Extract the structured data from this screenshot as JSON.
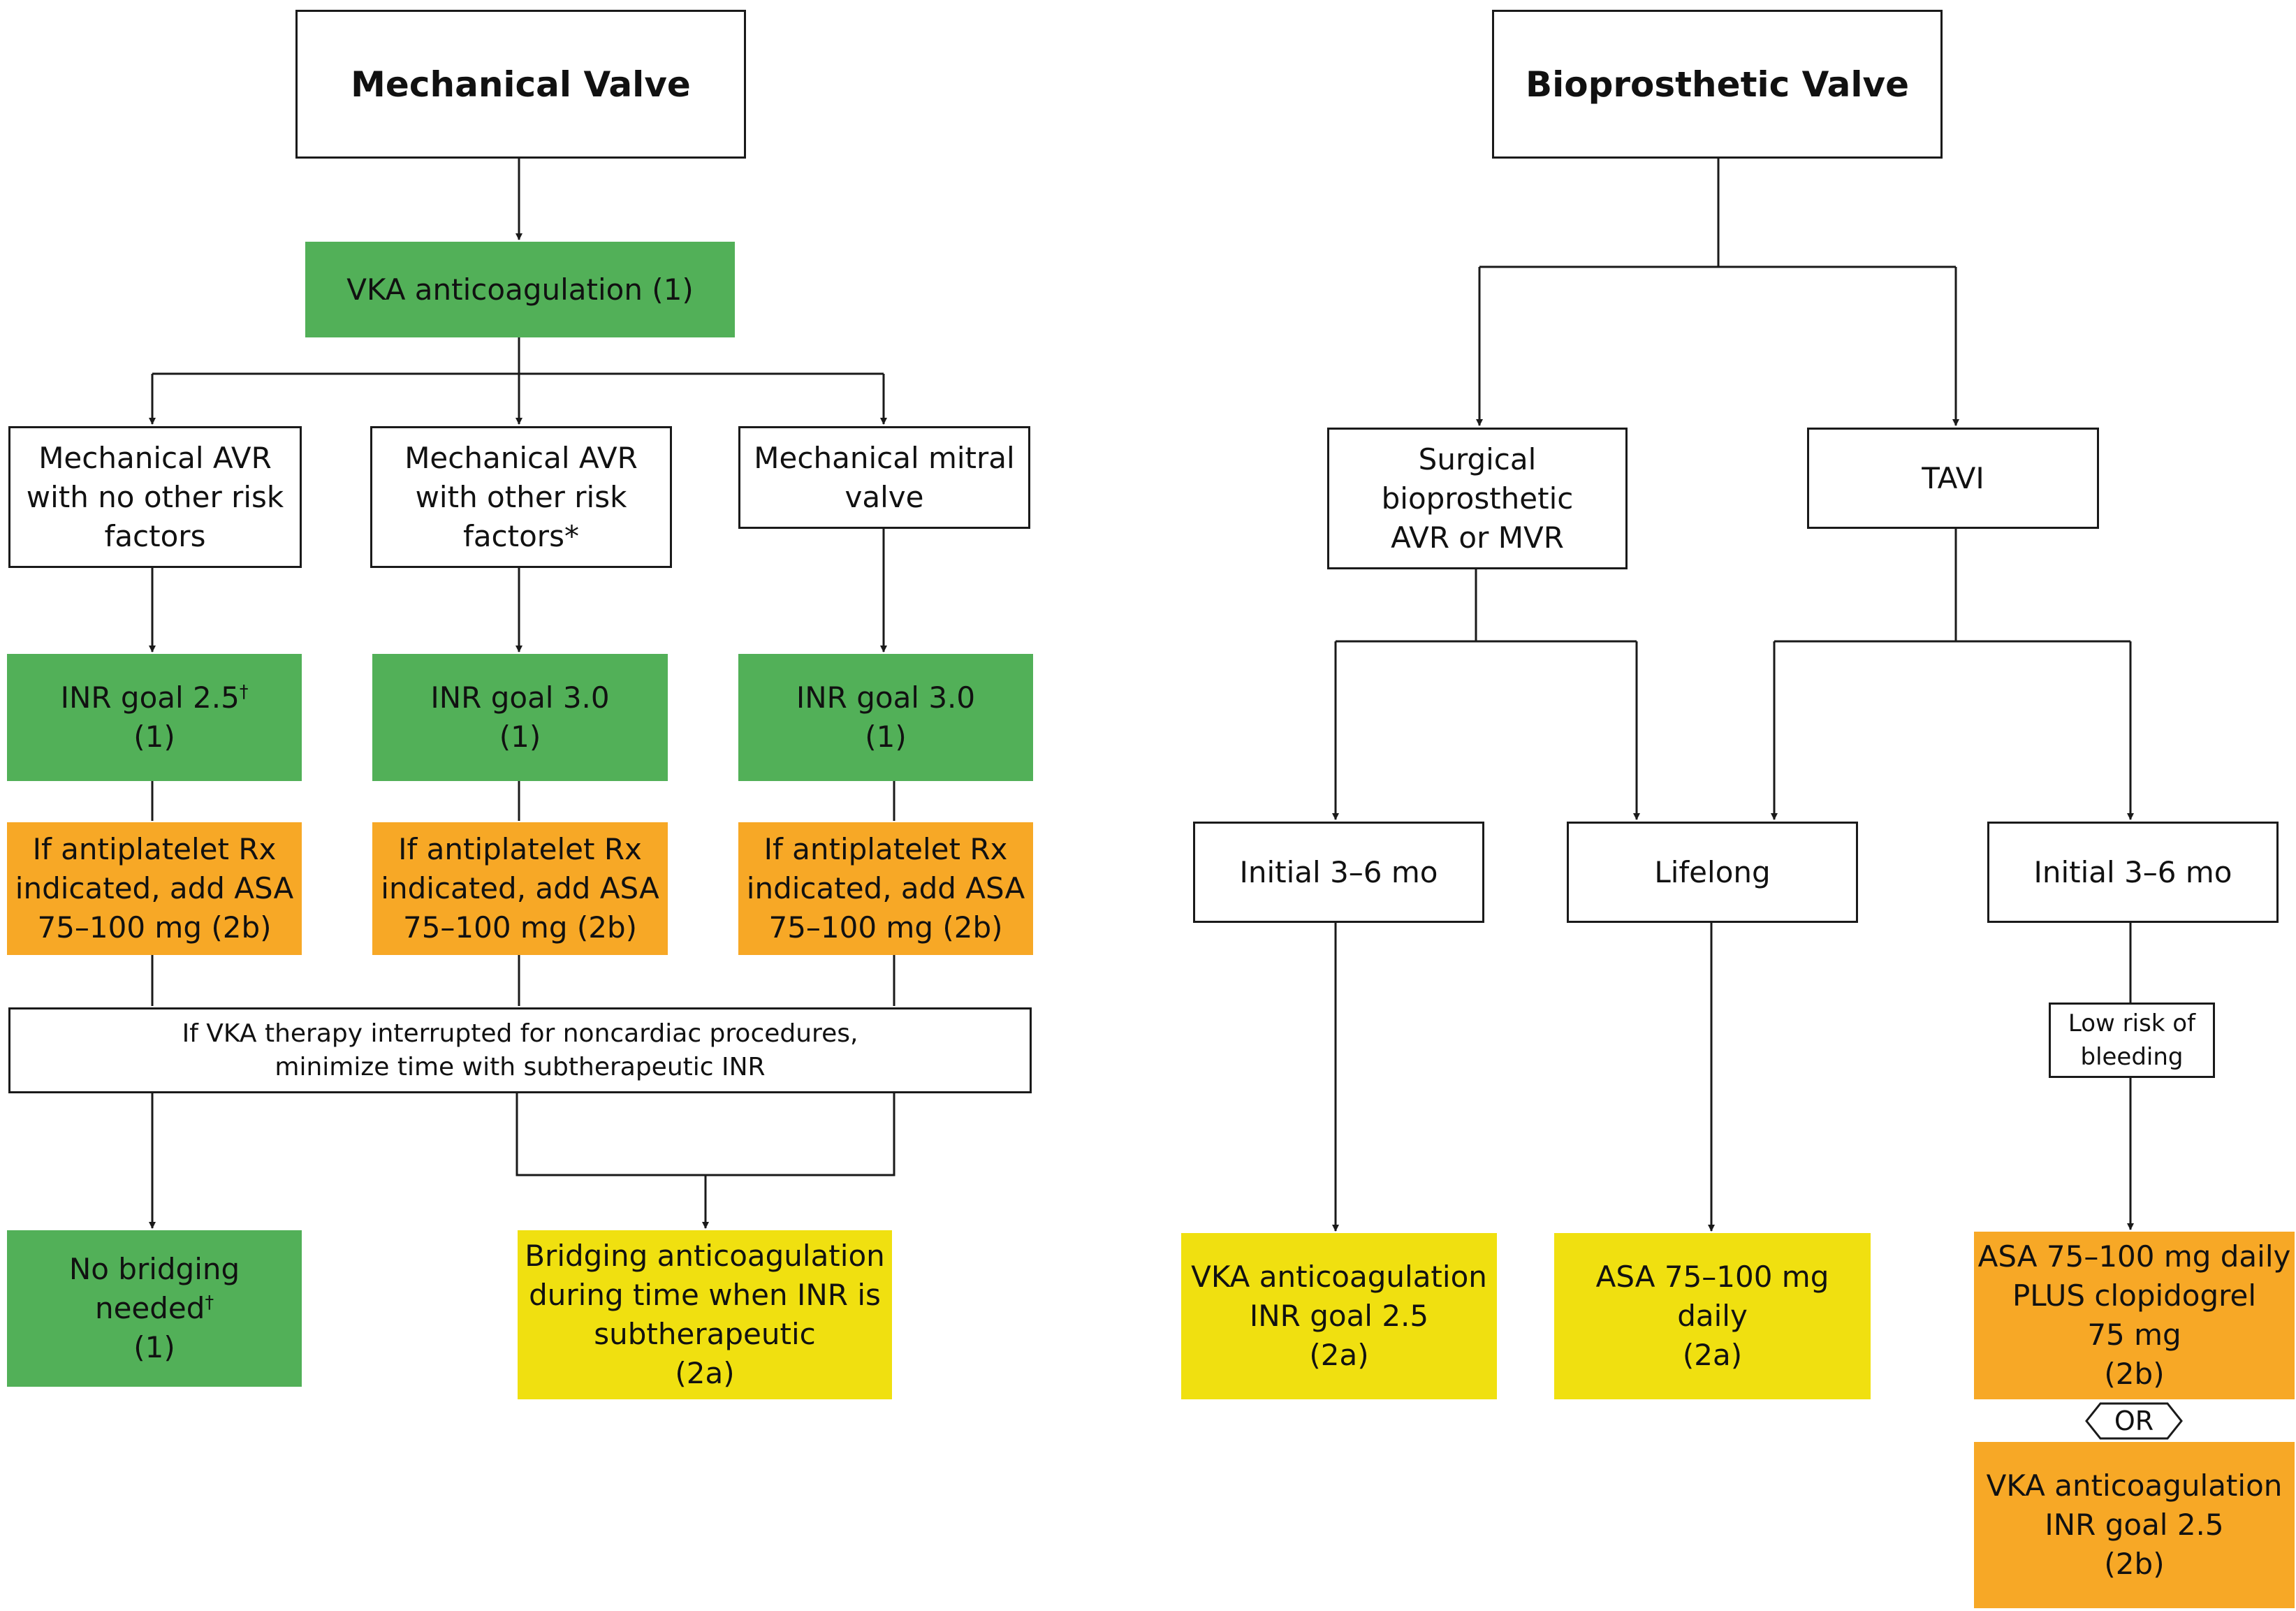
{
  "mechanical": {
    "title": "Mechanical Valve",
    "vka": "VKA anticoagulation (1)",
    "branches": [
      {
        "lines": [
          "Mechanical AVR",
          "with no other risk",
          "factors"
        ],
        "inr": {
          "line1": "INR goal 2.5",
          "mark": "†",
          "line2": "(1)"
        },
        "antiplatelet": [
          "If antiplatelet Rx",
          "indicated, add ASA",
          "75–100 mg (2b)"
        ]
      },
      {
        "lines": [
          "Mechanical AVR",
          "with other risk",
          "factors*"
        ],
        "inr": {
          "line1": "INR goal 3.0",
          "mark": "",
          "line2": "(1)"
        },
        "antiplatelet": [
          "If antiplatelet Rx",
          "indicated, add ASA",
          "75–100 mg (2b)"
        ]
      },
      {
        "lines": [
          "Mechanical mitral",
          "valve"
        ],
        "inr": {
          "line1": "INR goal 3.0",
          "mark": "",
          "line2": "(1)"
        },
        "antiplatelet": [
          "If antiplatelet Rx",
          "indicated, add ASA",
          "75–100 mg (2b)"
        ]
      }
    ],
    "interrupt": [
      "If VKA therapy interrupted for noncardiac procedures,",
      "minimize time with subtherapeutic INR"
    ],
    "no_bridging": {
      "line1": "No bridging",
      "line2": "needed",
      "mark": "†",
      "line3": "(1)"
    },
    "bridging": [
      "Bridging anticoagulation",
      "during time when INR is",
      "subtherapeutic",
      "(2a)"
    ]
  },
  "bioprosthetic": {
    "title": "Bioprosthetic Valve",
    "surgical": [
      "Surgical",
      "bioprosthetic",
      "AVR or MVR"
    ],
    "tavi": "TAVI",
    "initial_left": "Initial 3–6 mo",
    "lifelong": "Lifelong",
    "initial_right": "Initial 3–6 mo",
    "low_risk": [
      "Low risk of",
      "bleeding"
    ],
    "vka_result": [
      "VKA anticoagulation",
      "INR goal 2.5",
      "(2a)"
    ],
    "asa_result": [
      "ASA 75–100 mg",
      "daily",
      "(2a)"
    ],
    "dapt_result": [
      "ASA 75–100 mg daily",
      "PLUS clopidogrel",
      "75 mg",
      "(2b)"
    ],
    "or_label": "OR",
    "vka_alt": [
      "VKA anticoagulation",
      "INR goal 2.5",
      "(2b)"
    ]
  },
  "colors": {
    "class_1": "#52b058",
    "class_2a": "#f0e010",
    "class_2b": "#f7a826",
    "line": "#1a1a1a"
  }
}
